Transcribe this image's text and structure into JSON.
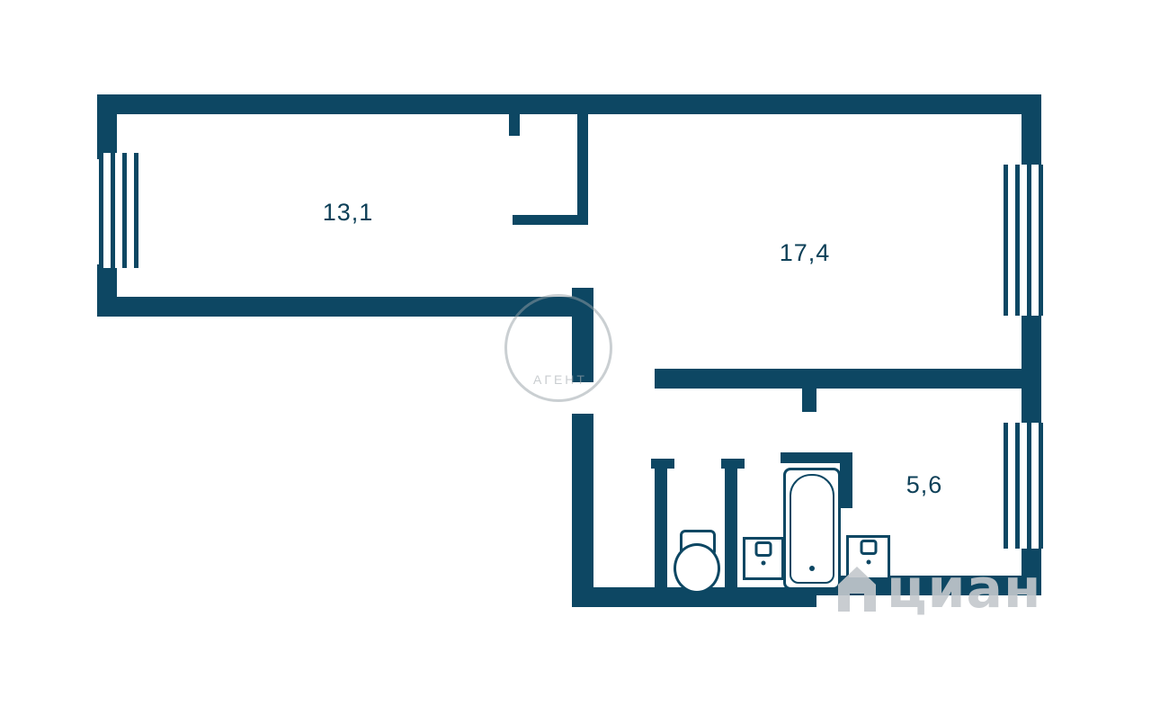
{
  "floorplan": {
    "rooms": [
      {
        "id": "living-room",
        "label": "13,1"
      },
      {
        "id": "bedroom",
        "label": "17,4"
      },
      {
        "id": "kitchen",
        "label": "5,6"
      }
    ],
    "fixtures": [
      "toilet",
      "bathroom-sink",
      "bathtub",
      "kitchen-sink"
    ],
    "window_count": 3,
    "colors": {
      "wall": "#0d4763",
      "label": "#0e4058",
      "watermark": "#c3c8cc"
    }
  },
  "watermark": {
    "brand": "циан",
    "agency_text": "АГЕНТ"
  }
}
